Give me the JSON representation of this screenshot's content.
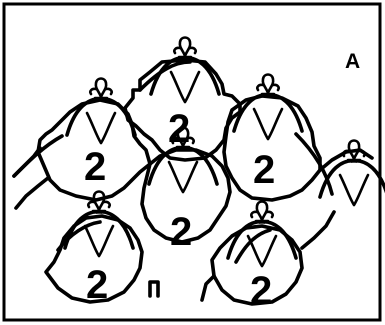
{
  "figure": {
    "panel_label": "A",
    "tile_labels": [
      "2",
      "2",
      "2",
      "2",
      "2",
      "2"
    ],
    "ink_color": "#000000",
    "background": "#ffffff"
  }
}
